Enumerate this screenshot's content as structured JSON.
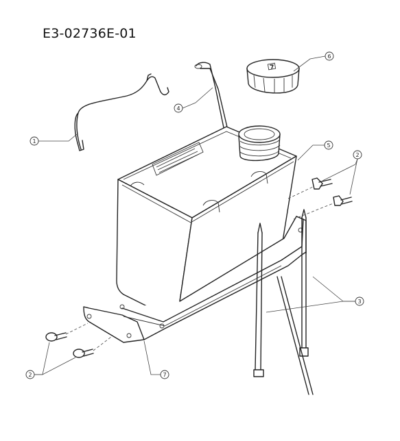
{
  "document": {
    "part_number": "E3-02736E-01"
  },
  "callouts": [
    {
      "id": "c1",
      "label": "1"
    },
    {
      "id": "c2a",
      "label": "2"
    },
    {
      "id": "c2b",
      "label": "2"
    },
    {
      "id": "c3",
      "label": "3"
    },
    {
      "id": "c4",
      "label": "4"
    },
    {
      "id": "c5",
      "label": "5"
    },
    {
      "id": "c6",
      "label": "6"
    },
    {
      "id": "c7",
      "label": "7"
    }
  ]
}
